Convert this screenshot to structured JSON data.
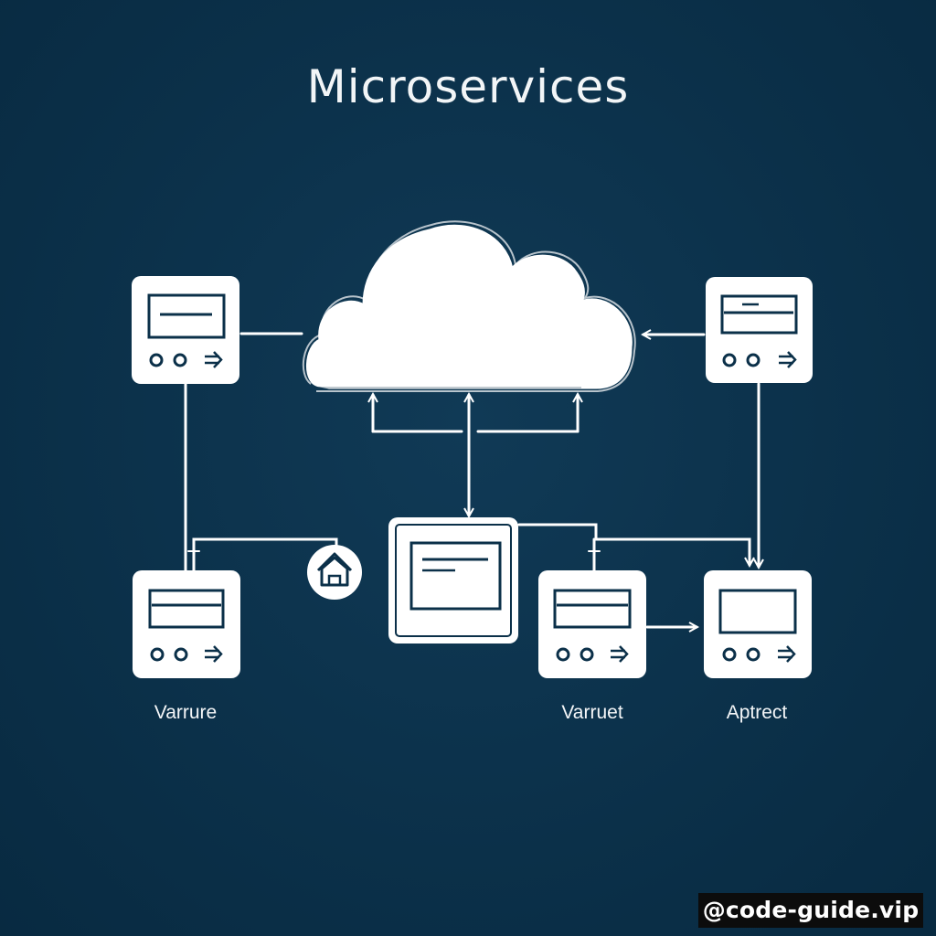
{
  "diagram": {
    "title": "Microservices",
    "nodes": {
      "bottom_left_label": "Varrure",
      "bottom_mid_label": "Varruet",
      "bottom_right_label": "Aptrect"
    }
  },
  "watermark": {
    "text": "@code-guide.vip"
  },
  "colors": {
    "background": "#0b3049",
    "stroke": "#ffffff",
    "box_fill": "#ffffff",
    "box_ink": "#0b3049"
  },
  "icons": [
    "cloud-icon",
    "server-icon",
    "home-icon",
    "arrow-right-icon"
  ]
}
